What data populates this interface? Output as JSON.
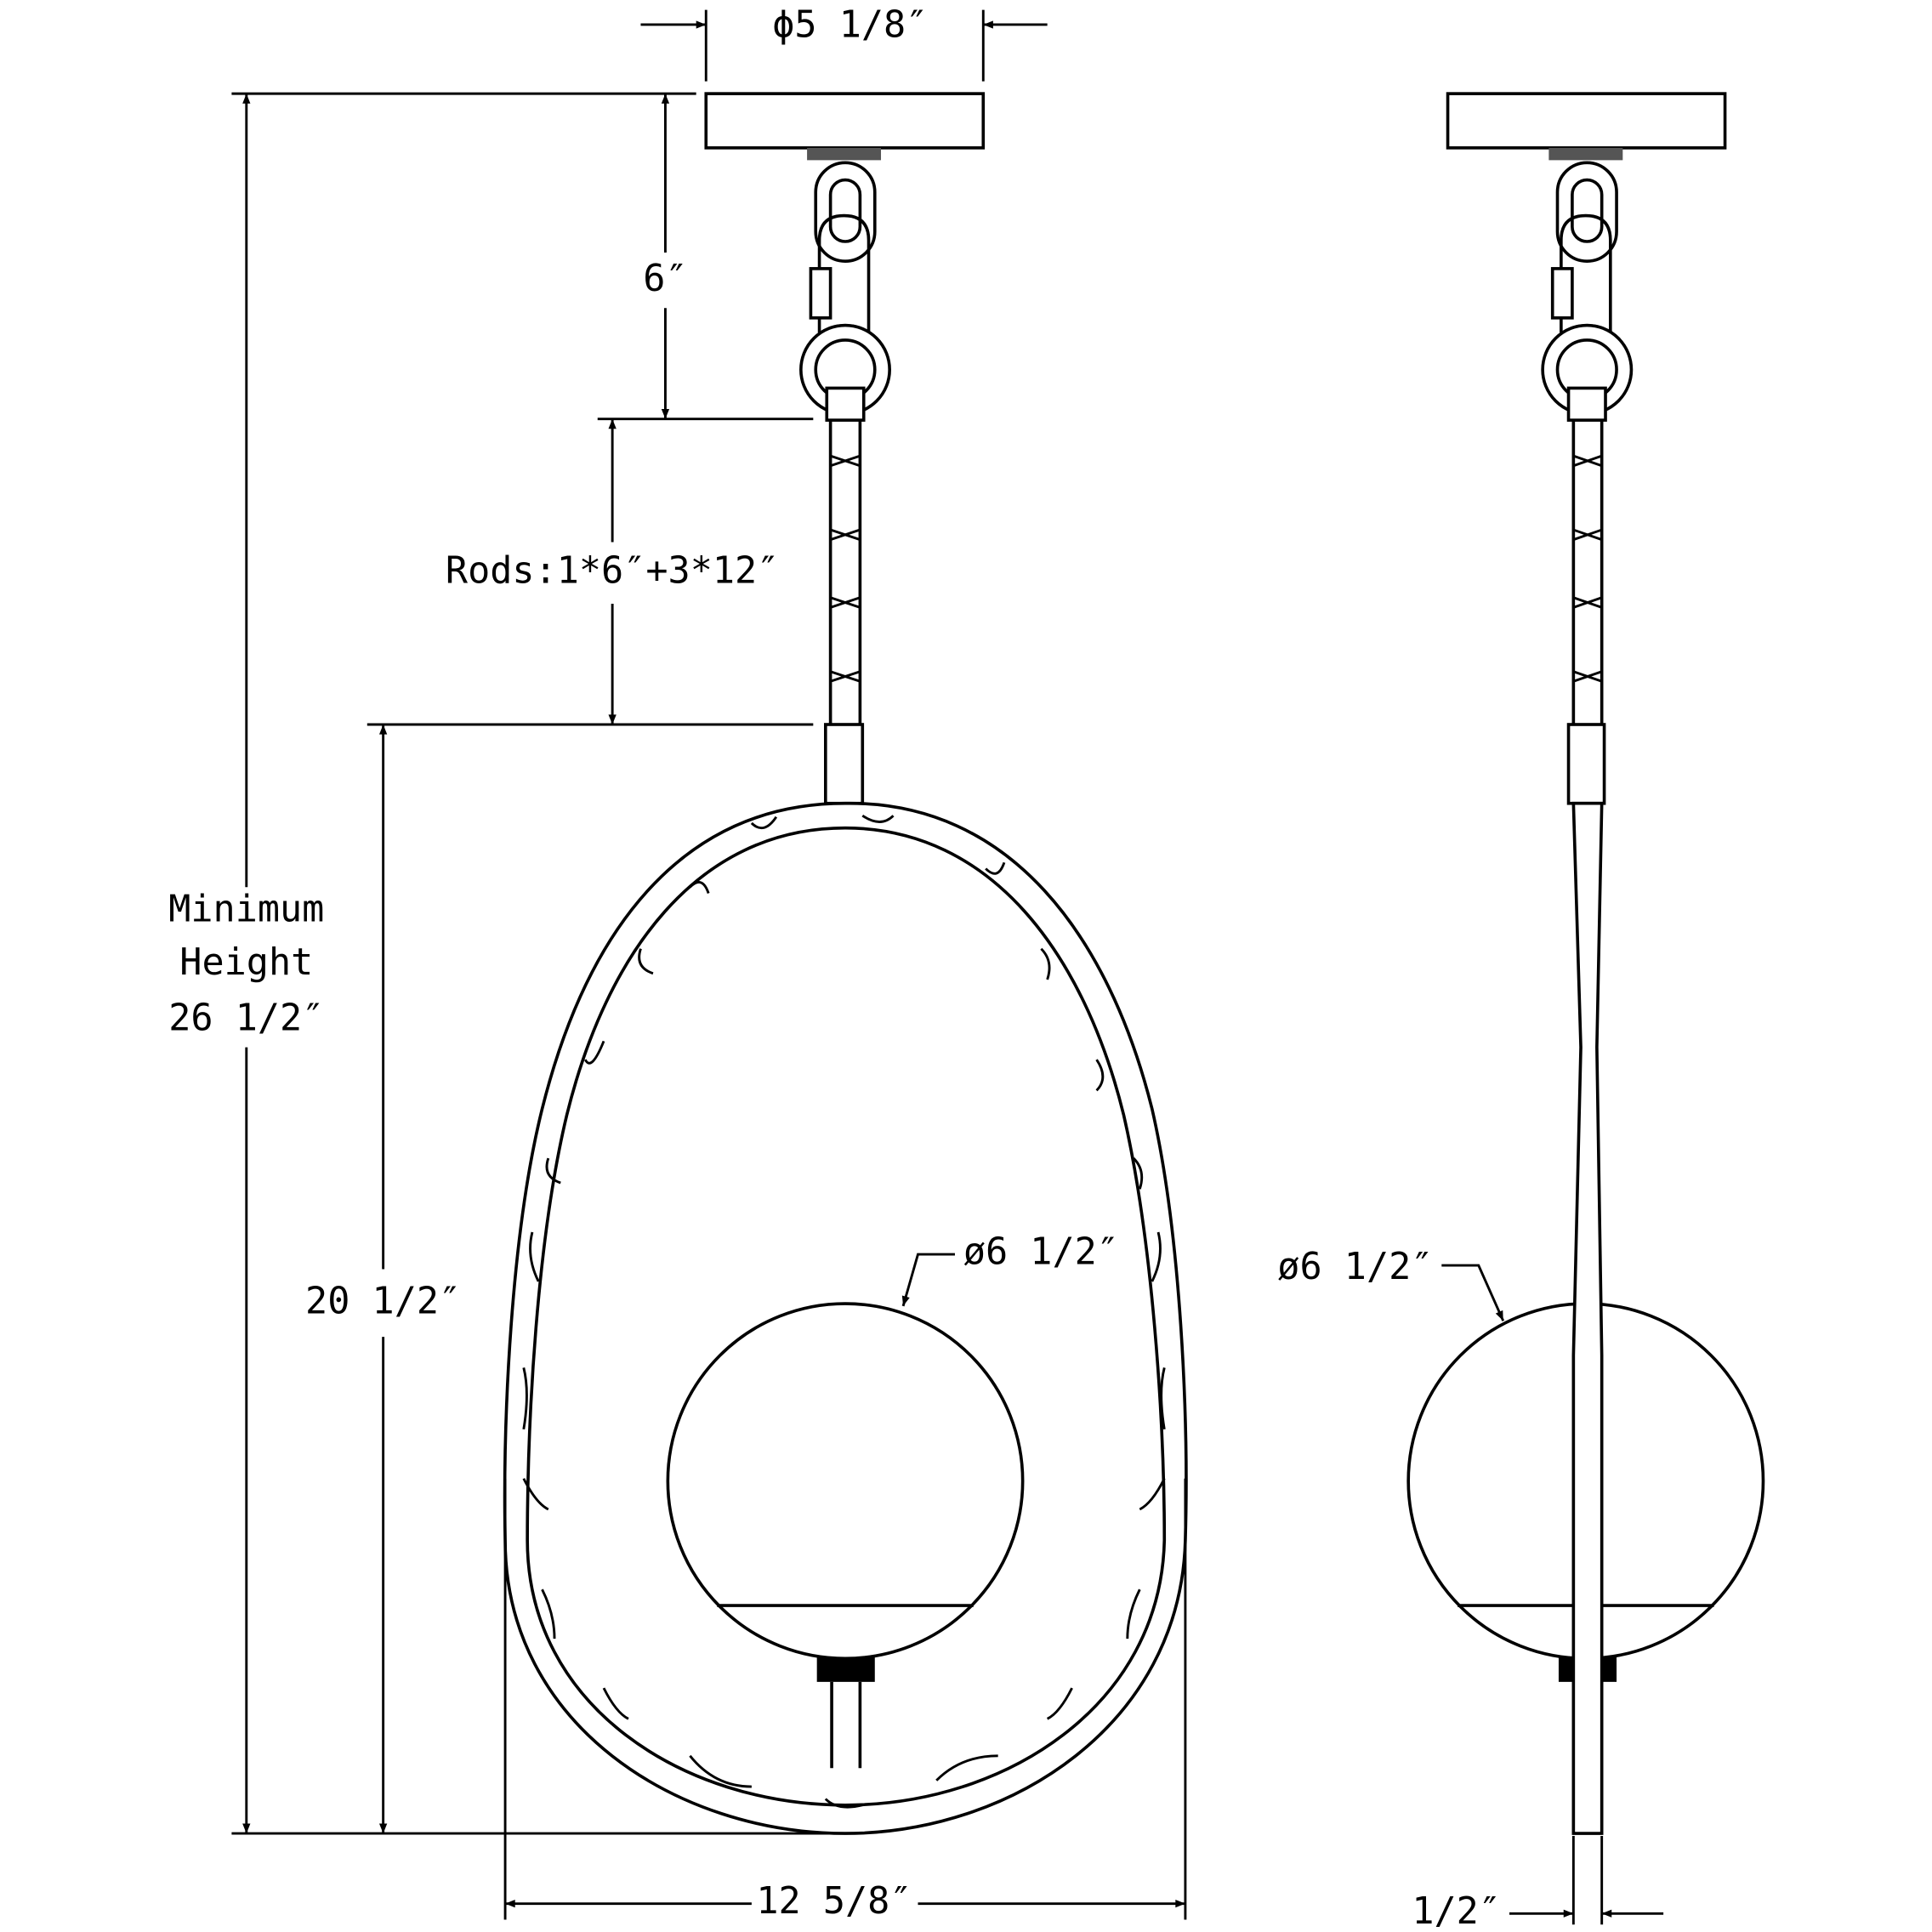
{
  "dimensions": {
    "canopy_diameter": "ϕ5 1/8″",
    "chain_length": "6″",
    "rods": "Rods:1*6″+3*12″",
    "minimum_height": [
      "Minimum",
      "Height",
      "26 1/2″"
    ],
    "fixture_height": "20 1/2″",
    "globe_diameter_front": "ø6 1/2″",
    "globe_diameter_side": "ø6 1/2″",
    "fixture_width": "12 5/8″",
    "side_depth": "1/2″"
  },
  "colors": {
    "line": "#000000",
    "background": "#ffffff"
  }
}
